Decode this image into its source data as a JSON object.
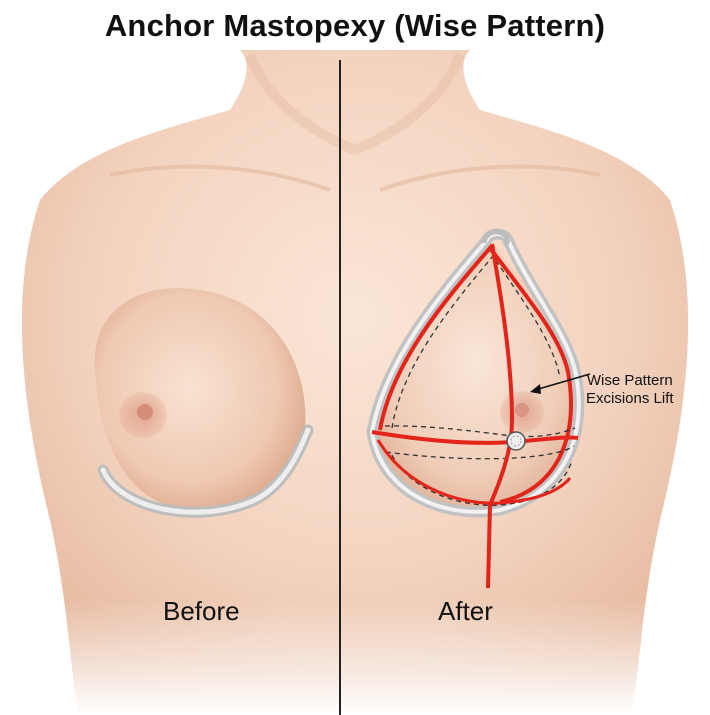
{
  "title": "Anchor Mastopexy (Wise Pattern)",
  "labels": {
    "before": "Before",
    "after": "After"
  },
  "callout": {
    "line1": "Wise Pattern",
    "line2": "Excisions Lift"
  },
  "colors": {
    "skin_light": "#f6dccb",
    "skin_mid": "#e9bea5",
    "skin_shadow": "#d49f83",
    "areola": "#d99a84",
    "incision_red": "#e3241b",
    "outline_gray": "#c9c9c9",
    "divider": "#222222"
  }
}
